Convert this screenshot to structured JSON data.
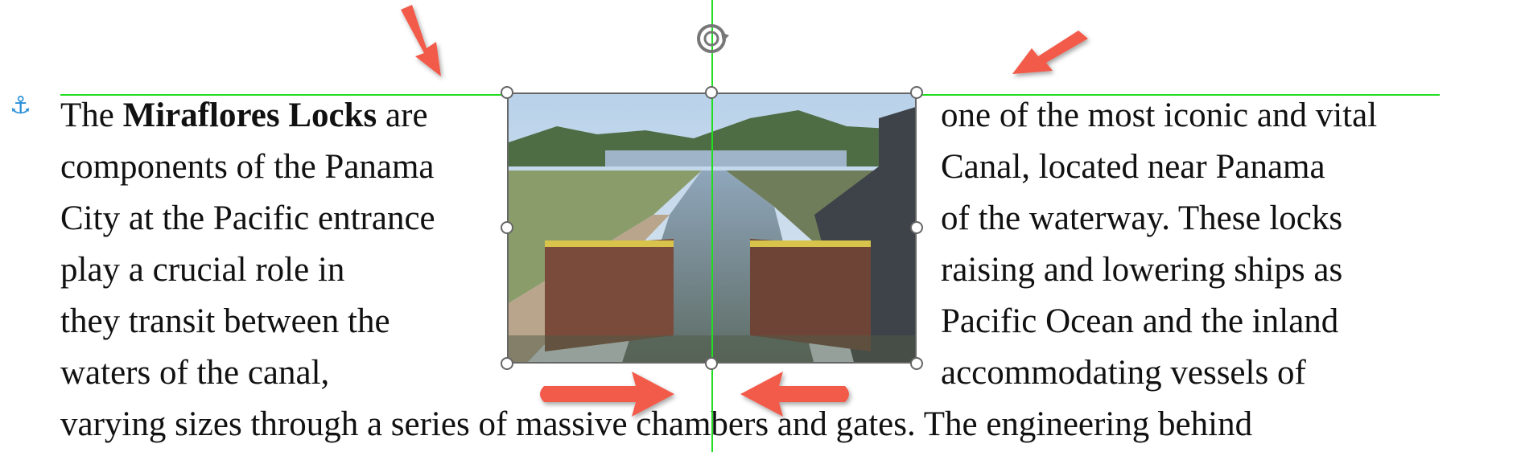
{
  "document": {
    "left_lines": [
      {
        "pre": "The ",
        "bold": "Miraflores Locks",
        "post": " are"
      },
      "components of the Panama",
      "City at the Pacific entrance",
      "play a crucial role in",
      "they transit between the",
      "waters of the canal,"
    ],
    "right_lines": [
      "one of the most iconic and vital",
      "Canal, located near Panama",
      "of the waterway. These locks",
      "raising and lowering ships as",
      "Pacific Ocean and the inland",
      "accommodating vessels of"
    ],
    "full_line": "varying sizes through a series of massive chambers and gates. The engineering behind"
  },
  "icons": {
    "anchor": "anchor-icon",
    "rotate": "rotate-handle-icon"
  },
  "colors": {
    "guide": "#22dd22",
    "arrow": "#f25a4a",
    "anchor": "#2a8fd8"
  }
}
